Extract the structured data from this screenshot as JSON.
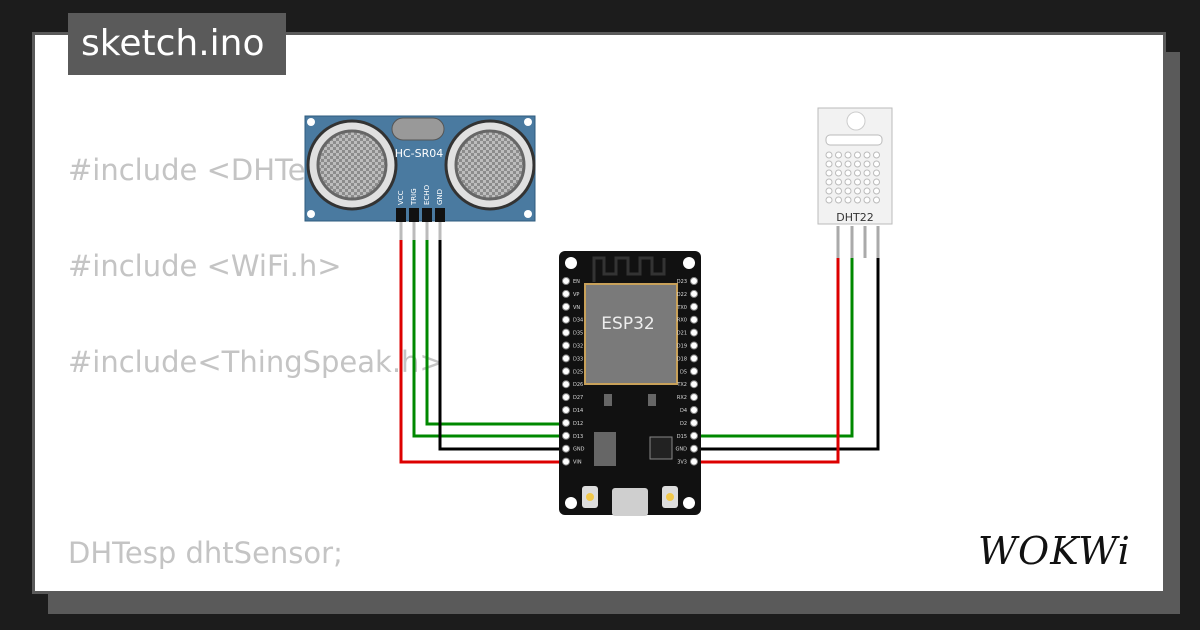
{
  "tab": {
    "filename": "sketch.ino"
  },
  "code_lines": [
    "#include <DHTesp.h>",
    "#include <WiFi.h>",
    "#include<ThingSpeak.h>",
    "DHTesp dhtSensor;"
  ],
  "components": {
    "ultrasonic": {
      "label": "HC-SR04",
      "pins": [
        "VCC",
        "TRIG",
        "ECHO",
        "GND"
      ]
    },
    "mcu": {
      "label": "ESP32",
      "left_pins": [
        "EN",
        "VP",
        "VN",
        "D34",
        "D35",
        "D32",
        "D33",
        "D25",
        "D26",
        "D27",
        "D14",
        "D12",
        "D13",
        "GND",
        "VIN"
      ],
      "right_pins": [
        "D23",
        "D22",
        "TX0",
        "RX0",
        "D21",
        "D19",
        "D18",
        "D5",
        "TX2",
        "RX2",
        "D4",
        "D2",
        "D15",
        "GND",
        "3V3"
      ]
    },
    "dht": {
      "label": "DHT22"
    }
  },
  "wires": [
    {
      "from": "HC-SR04.VCC",
      "to": "ESP32.VIN",
      "color": "#dd0000"
    },
    {
      "from": "HC-SR04.TRIG",
      "to": "ESP32.D13",
      "color": "#008800"
    },
    {
      "from": "HC-SR04.ECHO",
      "to": "ESP32.D12",
      "color": "#008800"
    },
    {
      "from": "HC-SR04.GND",
      "to": "ESP32.GND",
      "color": "#000000"
    },
    {
      "from": "DHT22.VCC",
      "to": "ESP32.3V3",
      "color": "#dd0000"
    },
    {
      "from": "DHT22.SDA",
      "to": "ESP32.D15",
      "color": "#008800"
    },
    {
      "from": "DHT22.GND",
      "to": "ESP32.GND",
      "color": "#000000"
    }
  ],
  "brand": {
    "logo": "WOKWi"
  },
  "colors": {
    "board_blue": "#4a7aa0",
    "esp_board": "#111111",
    "esp_chip": "#7a7a7a",
    "frame": "#5a5a5a"
  }
}
